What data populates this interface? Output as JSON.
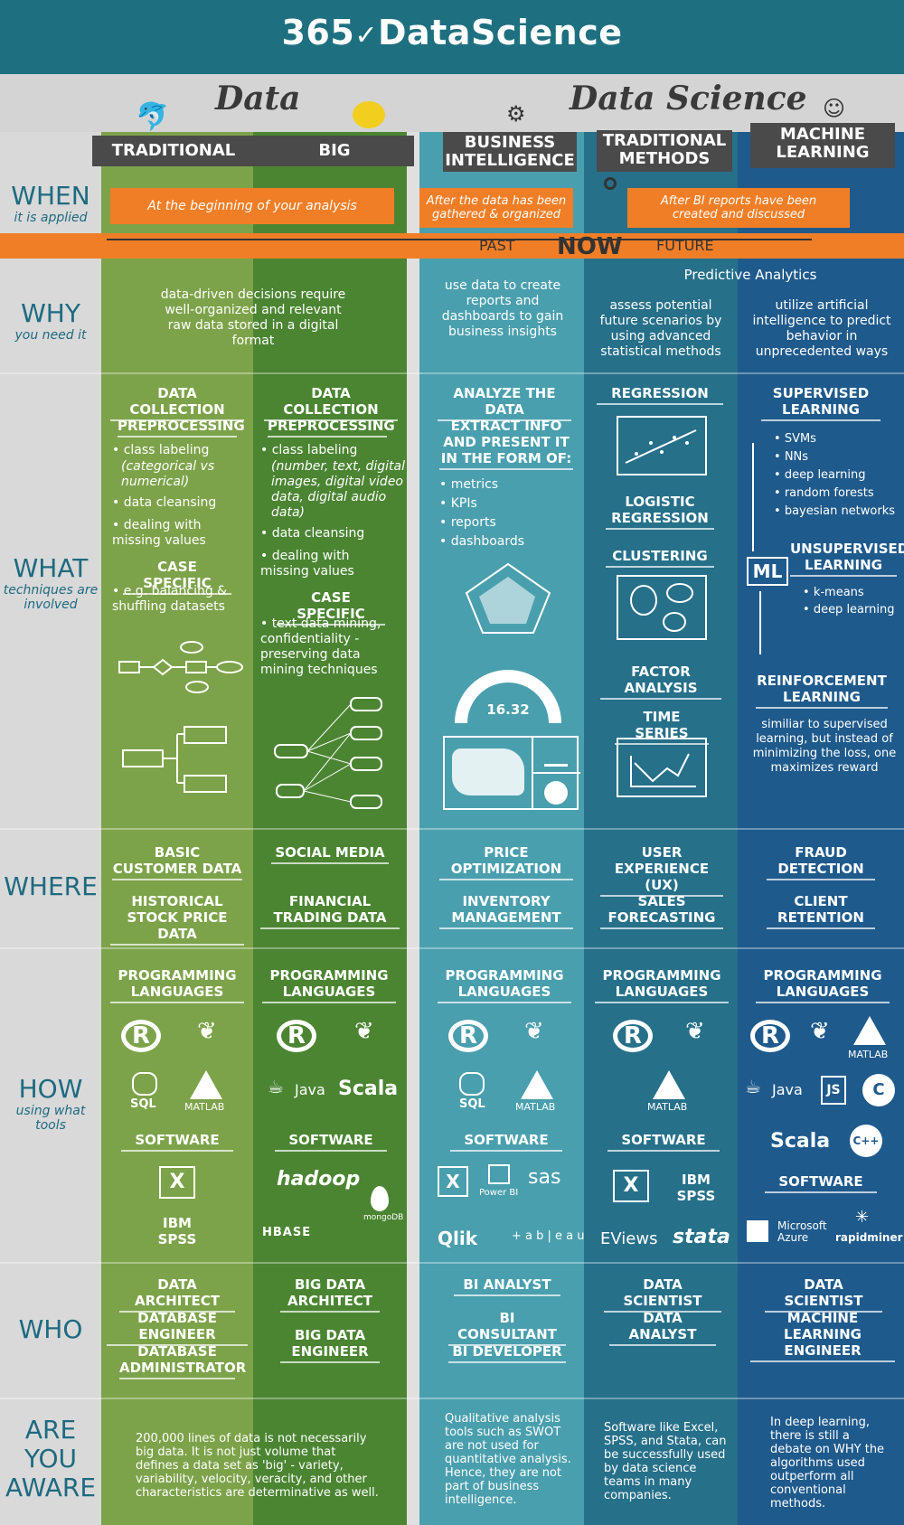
{
  "header": {
    "brand": "365",
    "brand2": "DataScience",
    "check": "✓"
  },
  "categories": {
    "data": "Data",
    "data_science": "Data Science"
  },
  "columns": {
    "traditional": "TRADITIONAL",
    "big": "BIG",
    "bi": "BUSINESS INTELLIGENCE",
    "tm": "TRADITIONAL METHODS",
    "ml": "MACHINE LEARNING"
  },
  "when": {
    "title": "WHEN",
    "sub": "it is applied",
    "data": "At the beginning of your analysis",
    "bi": "After the data has been gathered & organized",
    "ds": "After BI reports have been created and discussed"
  },
  "timeline": {
    "past": "PAST",
    "now": "NOW",
    "future": "FUTURE",
    "predictive": "Predictive Analytics"
  },
  "why": {
    "title": "WHY",
    "sub": "you need it",
    "data": "data-driven decisions require well-organized and relevant raw data stored in a digital format",
    "bi": "use data to create reports and dashboards to gain business insights",
    "tm": "assess potential future scenarios by using advanced statistical methods",
    "ml": "utilize artificial intelligence to predict behavior in unprecedented ways"
  },
  "what": {
    "title": "WHAT",
    "sub": "techniques are involved",
    "trad": {
      "h1": "DATA COLLECTION",
      "h2": "PREPROCESSING",
      "items": [
        "class labeling",
        "data cleansing",
        "dealing with missing values"
      ],
      "item1_sub": "(categorical vs numerical)",
      "h3": "CASE SPECIFIC",
      "case": "e.g. balancing & shuffling datasets"
    },
    "big": {
      "h1": "DATA COLLECTION",
      "h2": "PREPROCESSING",
      "item1": "class labeling",
      "item1_sub": "(number, text, digital images, digital video data, digital audio data)",
      "items": [
        "data cleansing",
        "dealing with missing values"
      ],
      "h3": "CASE SPECIFIC",
      "case": "text data mining, confidentiality - preserving data mining techniques"
    },
    "bi": {
      "h1": "ANALYZE THE DATA",
      "h2": "EXTRACT INFO AND PRESENT IT IN THE FORM OF:",
      "items": [
        "metrics",
        "KPIs",
        "reports",
        "dashboards"
      ],
      "gauge": "16.32"
    },
    "tm": {
      "h1": "REGRESSION",
      "h2": "LOGISTIC REGRESSION",
      "h3": "CLUSTERING",
      "h4": "FACTOR ANALYSIS",
      "h5": "TIME SERIES"
    },
    "ml": {
      "h1": "SUPERVISED LEARNING",
      "sup": [
        "SVMs",
        "NNs",
        "deep learning",
        "random forests",
        "bayesian networks"
      ],
      "ml_box": "ML",
      "h2": "UNSUPERVISED LEARNING",
      "unsup": [
        "k-means",
        "deep learning"
      ],
      "h3": "REINFORCEMENT LEARNING",
      "reinf": "similiar to supervised learning, but instead of minimizing the loss, one maximizes reward"
    }
  },
  "where": {
    "title": "WHERE",
    "trad": [
      "BASIC CUSTOMER DATA",
      "HISTORICAL STOCK PRICE DATA"
    ],
    "big": [
      "SOCIAL MEDIA",
      "FINANCIAL TRADING DATA"
    ],
    "bi": [
      "PRICE OPTIMIZATION",
      "INVENTORY MANAGEMENT"
    ],
    "tm": [
      "USER EXPERIENCE (UX)",
      "SALES FORECASTING"
    ],
    "ml": [
      "FRAUD DETECTION",
      "CLIENT RETENTION"
    ]
  },
  "how": {
    "title": "HOW",
    "sub": "using what tools",
    "prog": "PROGRAMMING LANGUAGES",
    "software": "SOFTWARE",
    "tools": {
      "r": "R",
      "python": "❦",
      "sql": "SQL",
      "matlab": "MATLAB",
      "java": "Java",
      "scala": "Scala",
      "js": "JS",
      "c": "C",
      "cpp": "C++",
      "excel": "X",
      "spss": "IBM SPSS",
      "hadoop": "hadoop",
      "hbase": "HBASE",
      "mongodb": "mongoDB",
      "powerbi": "Power BI",
      "sas": "sas",
      "qlik": "Qlik",
      "tableau": "+ a b | e a u",
      "eviews": "EViews",
      "stata": "stata",
      "azure": "Microsoft Azure",
      "rapidminer": "rapidminer"
    }
  },
  "who": {
    "title": "WHO",
    "trad": [
      "DATA ARCHITECT",
      "DATABASE ENGINEER",
      "DATABASE ADMINISTRATOR"
    ],
    "big": [
      "BIG DATA ARCHITECT",
      "BIG DATA ENGINEER"
    ],
    "bi": [
      "BI ANALYST",
      "BI CONSULTANT",
      "BI DEVELOPER"
    ],
    "tm": [
      "DATA SCIENTIST",
      "DATA ANALYST"
    ],
    "ml": [
      "DATA SCIENTIST",
      "MACHINE LEARNING ENGINEER"
    ]
  },
  "aware": {
    "title": [
      "ARE",
      "YOU",
      "AWARE"
    ],
    "data": "200,000 lines of data is not necessarily big data. It is not just volume that defines a data set as 'big' - variety, variability, velocity, veracity, and other characteristics are determinative as well.",
    "bi": "Qualitative analysis tools such as SWOT are not used for quantitative analysis. Hence, they are not part of business intelligence.",
    "tm": "Software like Excel, SPSS, and Stata, can be successfully used by data science teams in many companies.",
    "ml": "In deep learning, there is still a debate on WHY the algorithms used outperform all conventional methods."
  },
  "colors": {
    "orange": "#f07e26",
    "trad": "#7da34a",
    "big": "#4b8532",
    "bi": "#4a9fae",
    "tm": "#26708a",
    "ml": "#1f5a8c",
    "header": "#1e7080"
  }
}
